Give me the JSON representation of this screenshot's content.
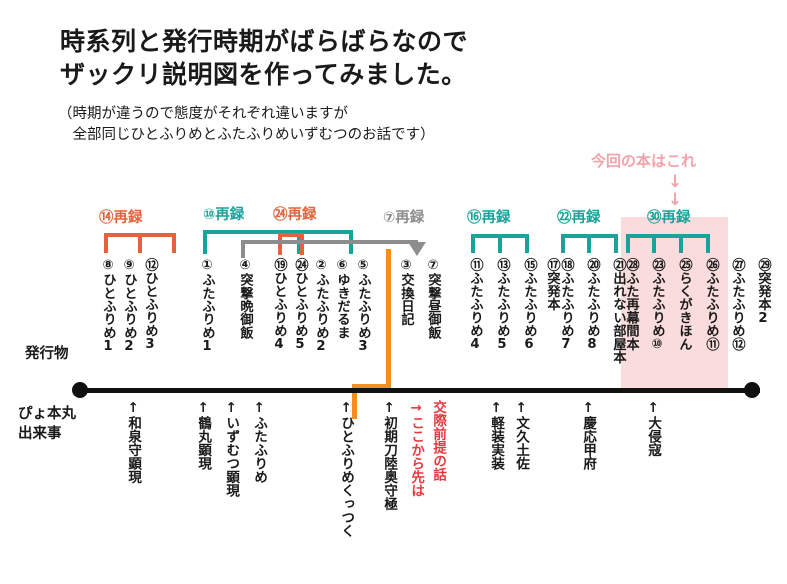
{
  "header": {
    "title_line1": "時系列と発行時期がばらばらなので",
    "title_line2": "ザックリ説明図を作ってみました。",
    "sub_line1": "（時期が違うので態度がそれぞれ違いますが",
    "sub_line2": "　全部同じひとふりめとふたふりめいずむつのお話です）"
  },
  "callout": {
    "text": "今回の本はこれ",
    "arrow": "↓",
    "color": "#f0a3a8"
  },
  "axis_labels": {
    "publications": "発行物",
    "events_line1": "ぴょ本丸",
    "events_line2": "出来事"
  },
  "brackets": [
    {
      "id": "b14",
      "label": "⑭再録",
      "color": "#e4633c",
      "legs": 3
    },
    {
      "id": "b10",
      "label": "⑩再録",
      "color": "#1aa39a",
      "legs": 3
    },
    {
      "id": "b24",
      "label": "㉔再録",
      "color": "#e4633c",
      "legs": 2
    },
    {
      "id": "b7",
      "label": "⑦再録",
      "color": "#8d8d8d",
      "legs": 0
    },
    {
      "id": "b16",
      "label": "⑯再録",
      "color": "#1aa39a",
      "legs": 3
    },
    {
      "id": "b22",
      "label": "㉒再録",
      "color": "#1aa39a",
      "legs": 3
    },
    {
      "id": "b30",
      "label": "㉚再録",
      "color": "#1aa39a",
      "legs": 4
    }
  ],
  "publications": [
    {
      "num": "⑧",
      "title": "ひとふりめ1"
    },
    {
      "num": "⑨",
      "title": "ひとふりめ2"
    },
    {
      "num": "⑫",
      "title": "ひとふりめ3"
    },
    {
      "num": "①",
      "title": "ふたふりめ1"
    },
    {
      "num": "④",
      "title": "突撃晩御飯"
    },
    {
      "num": "⑲",
      "title": "ひとふりめ4"
    },
    {
      "num": "㉔",
      "title": "ひとふりめ5"
    },
    {
      "num": "②",
      "title": "ふたふりめ2"
    },
    {
      "num": "⑥",
      "title": "ゆきだるま"
    },
    {
      "num": "⑤",
      "title": "ふたふりめ3"
    },
    {
      "num": "③",
      "title": "交換日記"
    },
    {
      "num": "⑦",
      "title": "突撃昼御飯"
    },
    {
      "num": "⑪",
      "title": "ふたふりめ4"
    },
    {
      "num": "⑬",
      "title": "ふたふりめ5"
    },
    {
      "num": "⑮",
      "title": "ふたふりめ6"
    },
    {
      "num": "⑰",
      "title": "突発本"
    },
    {
      "num": "⑱",
      "title": "ふたふりめ7"
    },
    {
      "num": "⑳",
      "title": "ふたふりめ8"
    },
    {
      "num": "㉑",
      "title": "出れない部屋本"
    },
    {
      "num": "㉘",
      "title": "ふた再幕間本"
    },
    {
      "num": "㉓",
      "title": "ふたふりめ⑩"
    },
    {
      "num": "㉕",
      "title": "らくがきほん"
    },
    {
      "num": "㉖",
      "title": "ふたふりめ⑪"
    },
    {
      "num": "㉗",
      "title": "ふたふりめ⑫"
    },
    {
      "num": "㉙",
      "title": "突発本2"
    }
  ],
  "events": [
    {
      "arrow": "↑",
      "text": "和泉守顕現",
      "color": "#1a1a1a"
    },
    {
      "arrow": "↑",
      "text": "鶴丸顕現",
      "color": "#1a1a1a"
    },
    {
      "arrow": "↑",
      "text": "いずむつ顕現",
      "color": "#1a1a1a"
    },
    {
      "arrow": "↑",
      "text": "ふたふりめ",
      "color": "#1a1a1a"
    },
    {
      "arrow": "↑",
      "text": "ひとふりめくっつく",
      "color": "#1a1a1a"
    },
    {
      "arrow": "↑",
      "text": "初期刀陸奥守極",
      "color": "#1a1a1a"
    },
    {
      "arrow": "→",
      "text": "ここから先は",
      "color": "#e8393f"
    },
    {
      "arrow": "",
      "text": "交際前提の話",
      "color": "#e8393f"
    },
    {
      "arrow": "↑",
      "text": "軽装実装",
      "color": "#1a1a1a"
    },
    {
      "arrow": "↑",
      "text": "文久土佐",
      "color": "#1a1a1a"
    },
    {
      "arrow": "↑",
      "text": "慶応甲府",
      "color": "#1a1a1a"
    },
    {
      "arrow": "↑",
      "text": "大侵寇",
      "color": "#1a1a1a"
    }
  ],
  "colors": {
    "teal": "#1aa39a",
    "orange": "#e4633c",
    "gray": "#8d8d8d",
    "pink_band": "#fadcdc",
    "pink_text": "#f0a3a8",
    "red": "#e8393f",
    "orange_line": "#f0901e",
    "axis": "#111111"
  }
}
